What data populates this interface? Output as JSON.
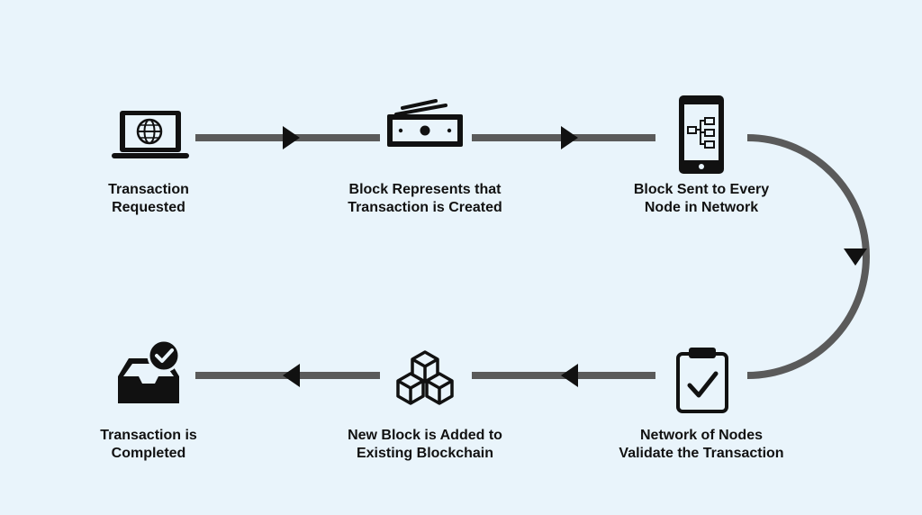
{
  "diagram": {
    "steps": [
      {
        "icon": "laptop-globe-icon",
        "line1": "Transaction",
        "line2": "Requested"
      },
      {
        "icon": "cash-block-icon",
        "line1": "Block Represents that",
        "line2": "Transaction is Created"
      },
      {
        "icon": "phone-network-icon",
        "line1": "Block Sent to Every",
        "line2": "Node in Network"
      },
      {
        "icon": "clipboard-check-icon",
        "line1": "Network of Nodes",
        "line2": "Validate the Transaction"
      },
      {
        "icon": "blocks-stack-icon",
        "line1": "New Block is Added to",
        "line2": "Existing Blockchain"
      },
      {
        "icon": "inbox-check-icon",
        "line1": "Transaction is",
        "line2": "Completed"
      }
    ]
  },
  "colors": {
    "background": "#e9f4fb",
    "connector": "#5a5a5a",
    "arrowhead": "#111111",
    "icon": "#111111",
    "text": "#111111"
  }
}
